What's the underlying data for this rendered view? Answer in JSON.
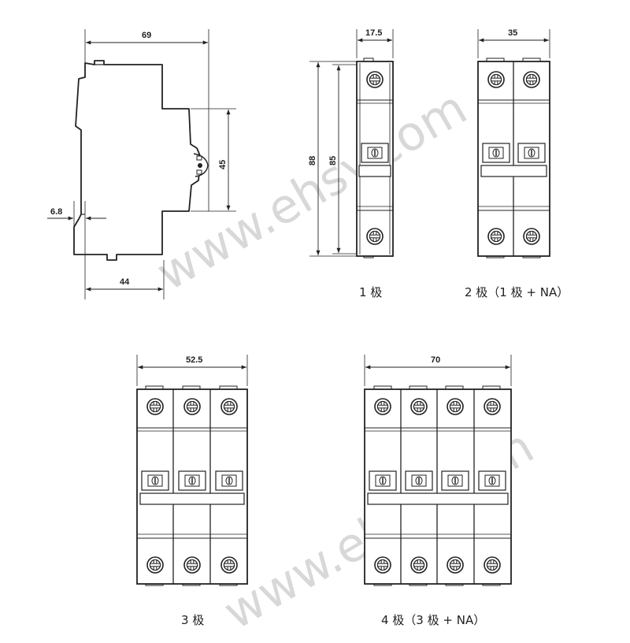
{
  "watermark": "www.ehsy.com",
  "side_view": {
    "dim_width": "69",
    "dim_height": "45",
    "dim_offset": "6.8",
    "dim_depth": "44"
  },
  "one_pole": {
    "dim_width": "17.5",
    "dim_height_outer": "88",
    "dim_height_inner": "85",
    "caption": "1 极"
  },
  "two_pole": {
    "dim_width": "35",
    "caption": "2 极（1 极 + NA）"
  },
  "three_pole": {
    "dim_width": "52.5",
    "caption": "3 极"
  },
  "four_pole": {
    "dim_width": "70",
    "caption": "4 极（3 极 + NA）"
  }
}
